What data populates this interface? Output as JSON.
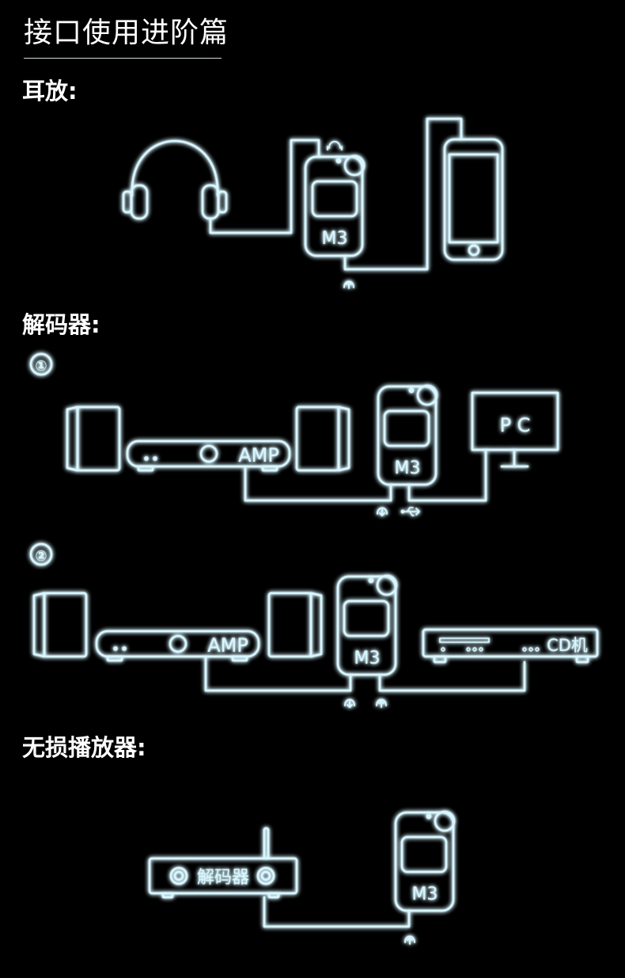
{
  "page_title": "接口使用进阶篇",
  "sections": {
    "headphone_amp": {
      "heading": "耳放:",
      "device_label": "M3"
    },
    "decoder": {
      "heading": "解码器:",
      "setup_1": {
        "number": "①",
        "amp_label": "AMP",
        "device_label": "M3",
        "pc_label": "P C"
      },
      "setup_2": {
        "number": "②",
        "amp_label": "AMP",
        "device_label": "M3",
        "cd_label": "CD机"
      }
    },
    "lossless_player": {
      "heading": "无损播放器:",
      "decoder_box_label": "解码器",
      "device_label": "M3"
    }
  },
  "colors": {
    "background": "#000000",
    "neon_stroke": "#d8f6ff",
    "glow": "#35c6ff",
    "text": "#ffffff"
  },
  "icons": [
    "headphones-icon",
    "smartphone-icon",
    "speaker-icon",
    "amplifier-icon",
    "monitor-icon",
    "cd-player-icon",
    "decoder-box-icon",
    "usb-icon",
    "port-arrow-icon",
    "headphone-jack-icon"
  ]
}
